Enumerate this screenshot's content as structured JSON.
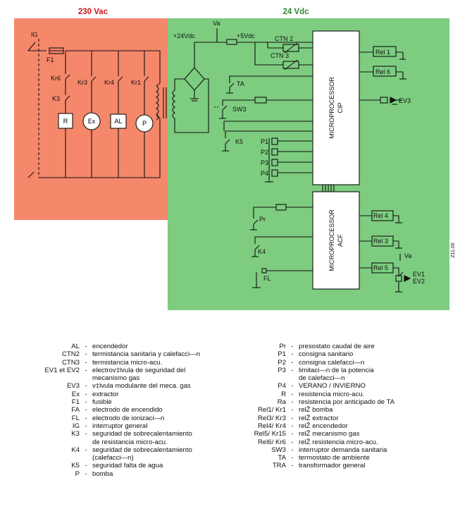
{
  "diagram": {
    "zone_labels": {
      "ac": "230 Vac",
      "dc": "24 Vdc"
    },
    "colors": {
      "ac_zone": "#f5876a",
      "dc_zone": "#7dcc80",
      "ac_title": "#d0141a",
      "dc_title": "#2f8a2e",
      "line": "#111111"
    },
    "labels": {
      "ig": "IG",
      "f1": "F1",
      "kr6": "Kr6",
      "k3": "K3",
      "kr3": "Kr3",
      "kr4": "Kr4",
      "kr1": "Kr1",
      "r": "R",
      "ex": "Ex",
      "al": "AL",
      "p": "P",
      "va_top": "Va",
      "plus24": "+24Vdc",
      "plus5": "+5Vdc",
      "ctn2": "CTN 2",
      "ctn3": "CTN 3",
      "ta": "TA",
      "sw3": "SW3",
      "k5": "K5",
      "p1": "P1",
      "p2": "P2",
      "p3": "P3",
      "p4": "P4",
      "cip": [
        "MICROPROCESSOR",
        "CIP"
      ],
      "acf": [
        "MICROPROCESSOR",
        "ACF"
      ],
      "rel1": "Rel 1",
      "rel6": "Rel 6",
      "ev3": "EV3",
      "rel4": "Rel 4",
      "rel3": "Rel 3",
      "rel5": "Rel 5",
      "va_right": "Va",
      "ev1": "EV1",
      "ev2": "EV2",
      "pr": "Pr",
      "k4": "K4",
      "fl": "FL",
      "code": "Z11.00"
    }
  },
  "legend": {
    "left": [
      {
        "code": "AL",
        "desc": "encendedor"
      },
      {
        "code": "CTN2",
        "desc": "termistancia sanitaria y calefacci—n"
      },
      {
        "code": "CTN3",
        "desc": "termistancia micro-acu."
      },
      {
        "code": "EV1 et EV2",
        "desc": "electrov‡lvula de seguridad del"
      },
      {
        "code": "",
        "desc": "mecanismo gas"
      },
      {
        "code": "EV3",
        "desc": "v‡lvula modulante del meca. gas"
      },
      {
        "code": "Ex",
        "desc": "extractor"
      },
      {
        "code": "F1",
        "desc": "fusible"
      },
      {
        "code": "FA",
        "desc": "electrodo de encendido"
      },
      {
        "code": "FL",
        "desc": "electrodo de ionizaci—n"
      },
      {
        "code": "IG",
        "desc": "interruptor general"
      },
      {
        "code": "K3",
        "desc": "seguridad de sobrecalentamiento"
      },
      {
        "code": "",
        "desc": "de resistancia micro-acu."
      },
      {
        "code": "K4",
        "desc": "seguridad de sobrecalentamiento"
      },
      {
        "code": "",
        "desc": "(calefacci—n)"
      },
      {
        "code": "K5",
        "desc": "seguridad falta de agua"
      },
      {
        "code": "P",
        "desc": "bomba"
      }
    ],
    "right": [
      {
        "code": "Pr",
        "desc": "presostato caudal de aire"
      },
      {
        "code": "P1",
        "desc": "consigna sanitario"
      },
      {
        "code": "P2",
        "desc": "consigna calefacci—n"
      },
      {
        "code": "P3",
        "desc": "limitaci—n de la potencia"
      },
      {
        "code": "",
        "desc": "de calefacci—n"
      },
      {
        "code": "P4",
        "desc": "VERANO / INVIERNO"
      },
      {
        "code": "R",
        "desc": "resistencia micro-acu."
      },
      {
        "code": "Ra",
        "desc": "resistencia por anticipado de TA"
      },
      {
        "code": "Rel1/ Kr1",
        "desc": "relŽ bomba"
      },
      {
        "code": "Rel3/ Kr3",
        "desc": "relŽ extractor"
      },
      {
        "code": "Rel4/ Kr4",
        "desc": "relŽ encendedor"
      },
      {
        "code": "Rel5/ Kr15",
        "desc": "relŽ mecanismo gas"
      },
      {
        "code": "Rel6/ Kr6",
        "desc": "relŽ resistencia micro-acu."
      },
      {
        "code": "SW3",
        "desc": "interruptor demanda sanitaria"
      },
      {
        "code": "TA",
        "desc": "termostato de ambiente"
      },
      {
        "code": "TRA",
        "desc": "transformador general"
      }
    ]
  }
}
